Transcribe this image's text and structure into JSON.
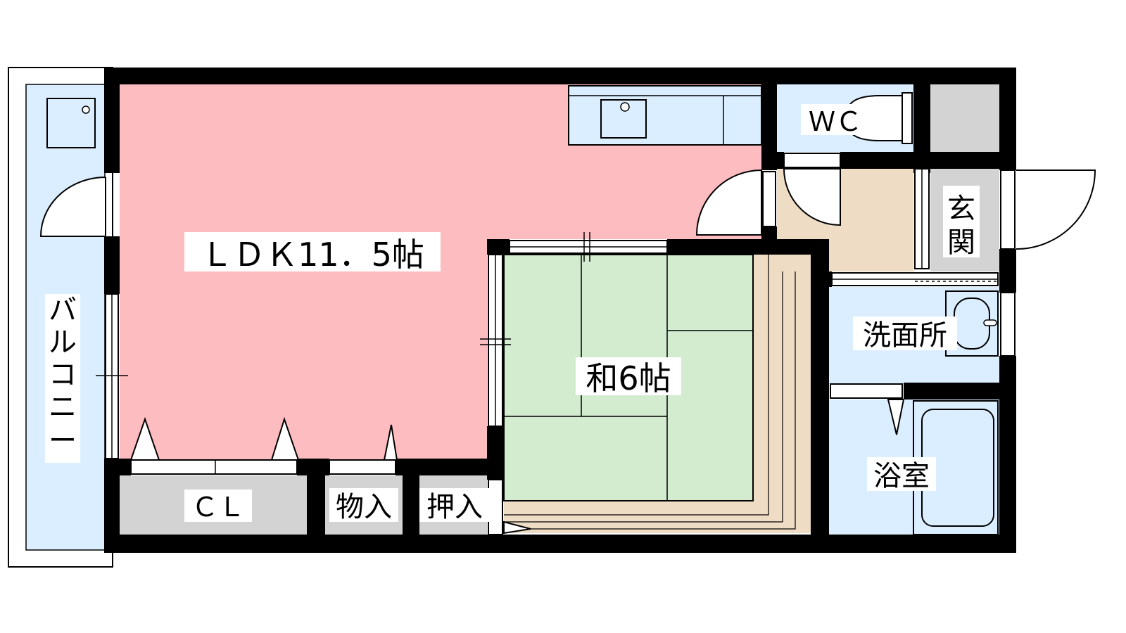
{
  "floor_plan": {
    "rooms": {
      "ldk": {
        "label": "ＬＤＫ11．5帖"
      },
      "washitsu": {
        "label": "和6帖"
      },
      "wc": {
        "label": "ＷＣ"
      },
      "genkan": {
        "label_top": "玄",
        "label_bottom": "関"
      },
      "senmenjo": {
        "label": "洗面所"
      },
      "yokushitsu": {
        "label": "浴室"
      },
      "closet": {
        "label": "ＣＬ"
      },
      "monoire": {
        "label": "物入"
      },
      "oshiire": {
        "label": "押入"
      },
      "balcony": {
        "label_chars": [
          "バ",
          "ル",
          "コ",
          "ニ",
          "ー"
        ]
      }
    },
    "colors": {
      "wall": "#000000",
      "ldk_fill": "#fdbcbf",
      "washitsu_fill": "#d3ebcf",
      "wood_fill": "#efdcc4",
      "water_fill": "#dbeeff",
      "storage_fill": "#d3d3d3",
      "balcony_fill": "#dbeeff"
    }
  }
}
